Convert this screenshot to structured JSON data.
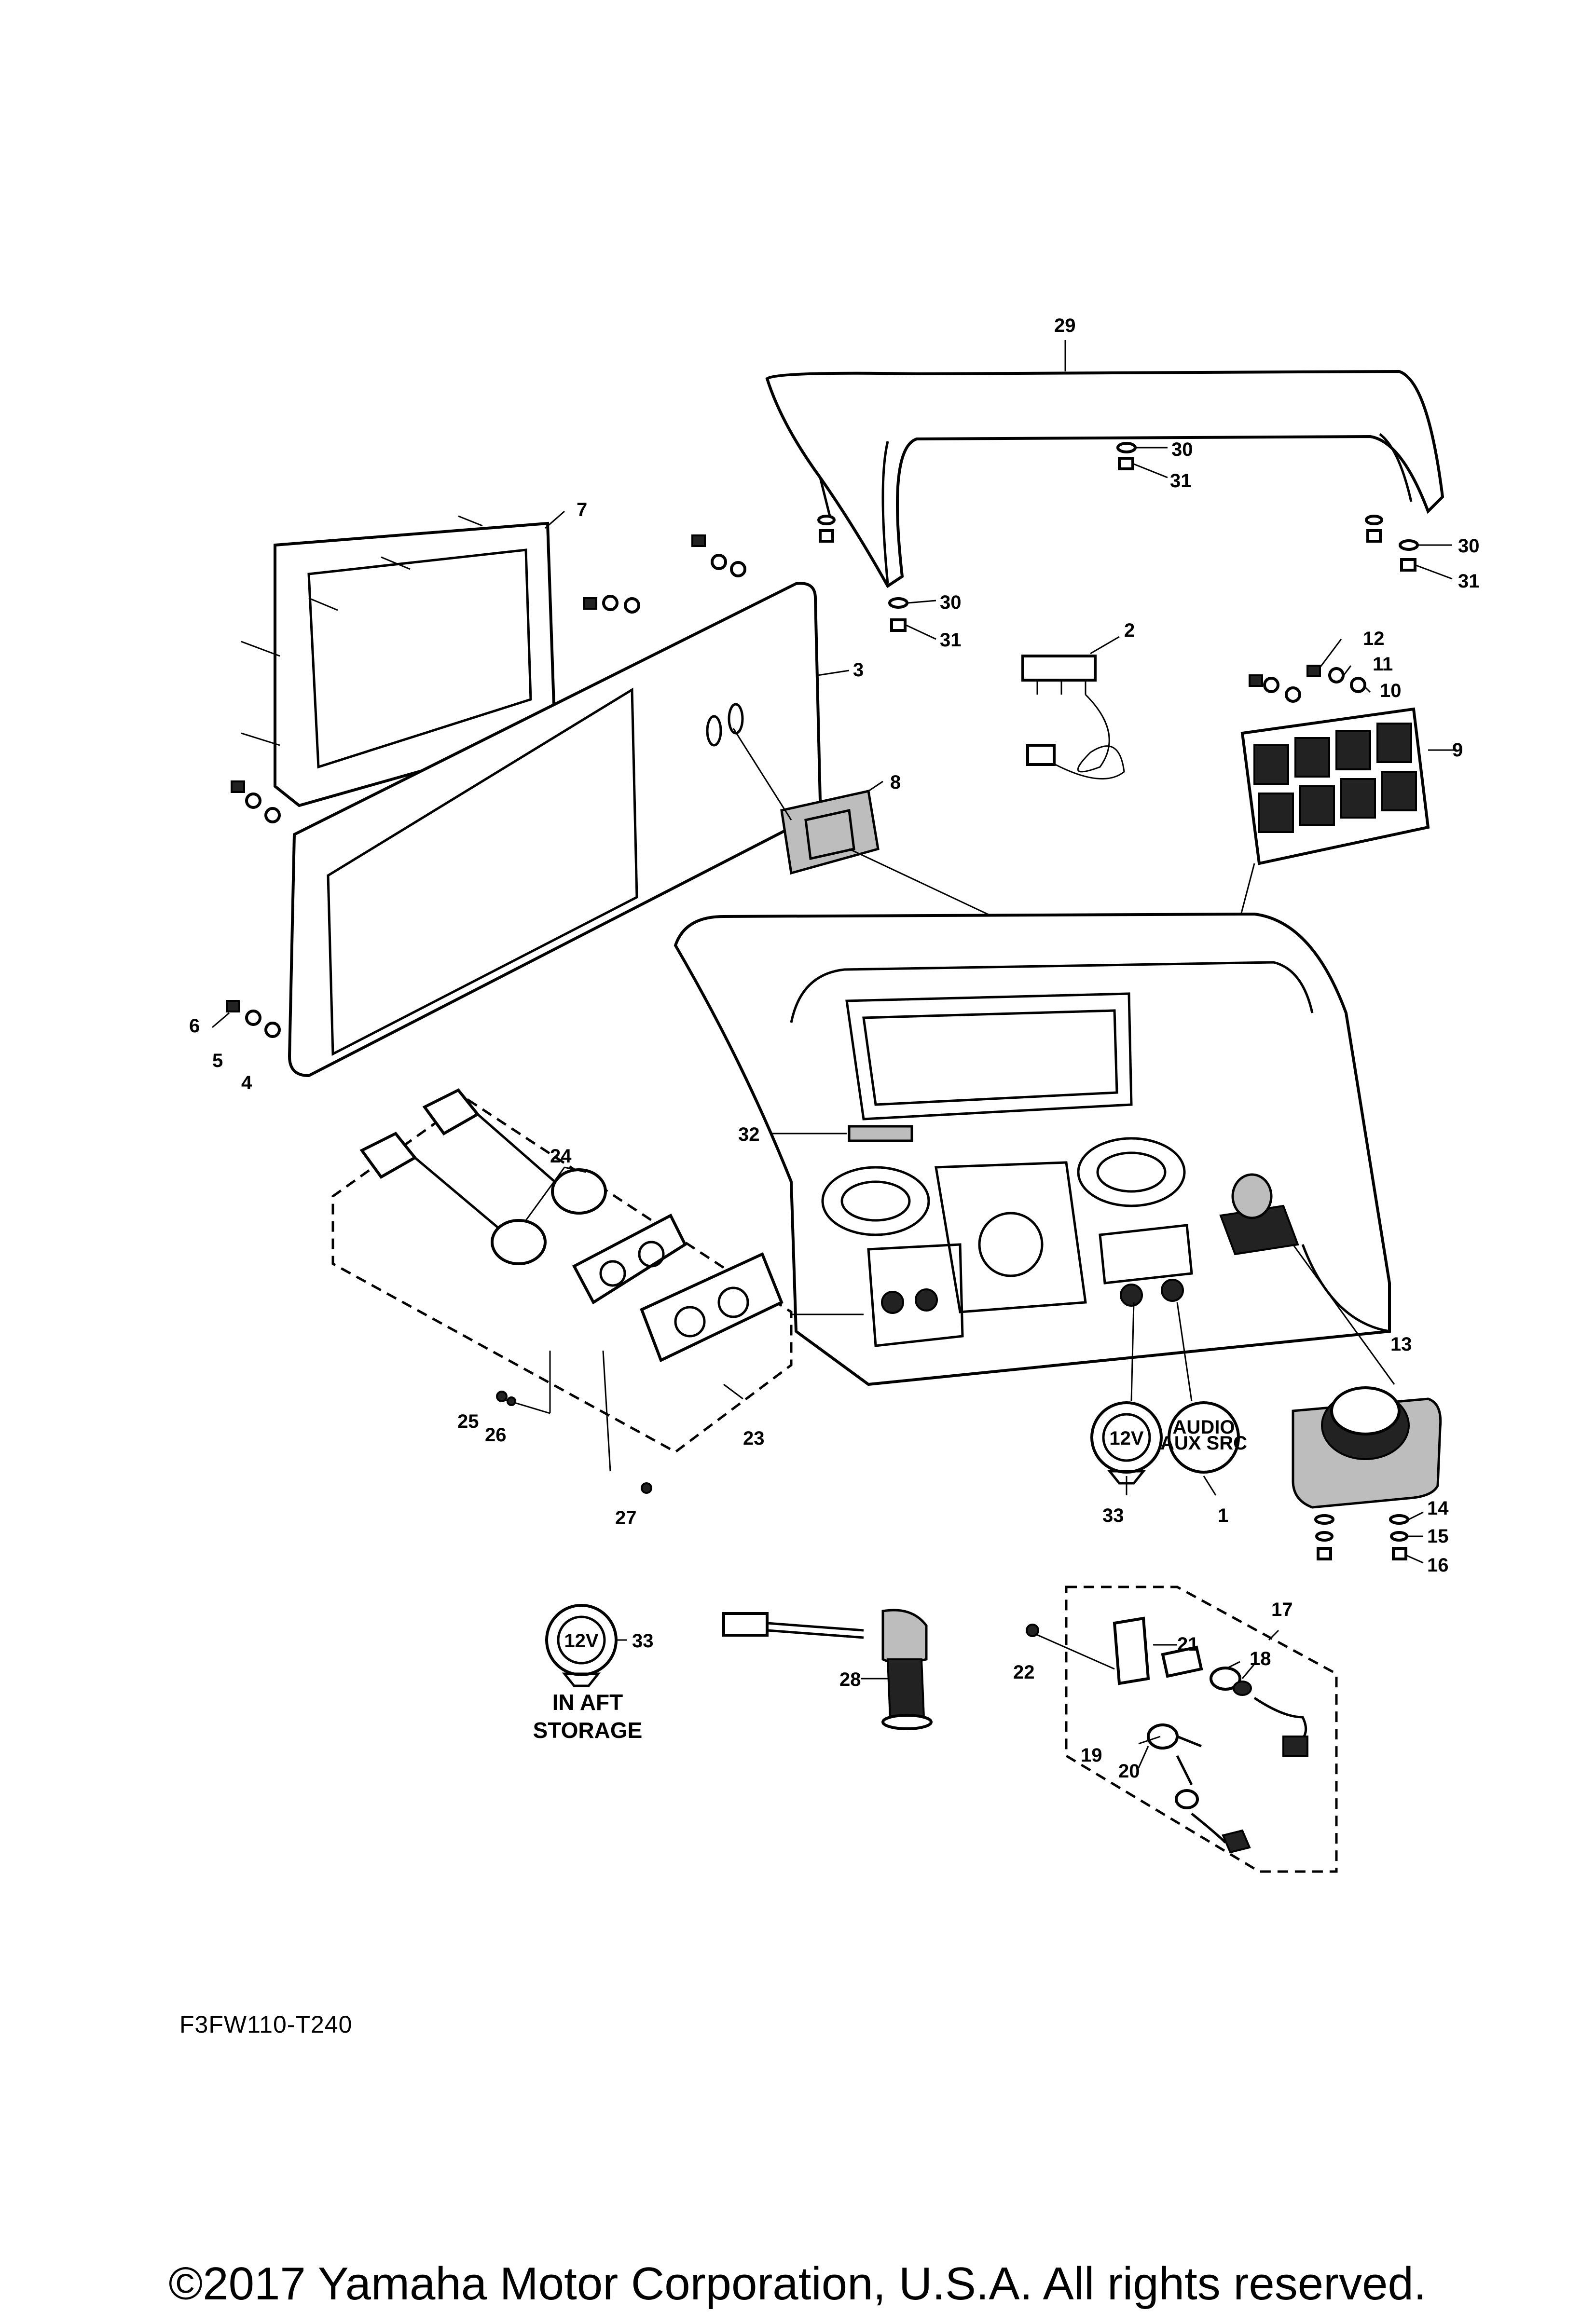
{
  "diagram": {
    "callouts": [
      "1",
      "2",
      "3",
      "4",
      "5",
      "6",
      "7",
      "8",
      "9",
      "10",
      "11",
      "12",
      "13",
      "14",
      "15",
      "16",
      "17",
      "18",
      "19",
      "20",
      "21",
      "22",
      "23",
      "24",
      "25",
      "26",
      "27",
      "28",
      "29",
      "30",
      "31",
      "32",
      "33"
    ],
    "repeat_labels": {
      "n30": "30",
      "n31": "31",
      "n33": "33"
    },
    "note": {
      "line1": "IN AFT",
      "line2": "STORAGE"
    },
    "port_label": "12V",
    "audio_label": "AUDIO",
    "audio_sublabel": "AUX SRC",
    "drawing_code": "F3FW110-T240",
    "copyright": "©2017 Yamaha Motor Corporation, U.S.A. All rights reserved."
  }
}
